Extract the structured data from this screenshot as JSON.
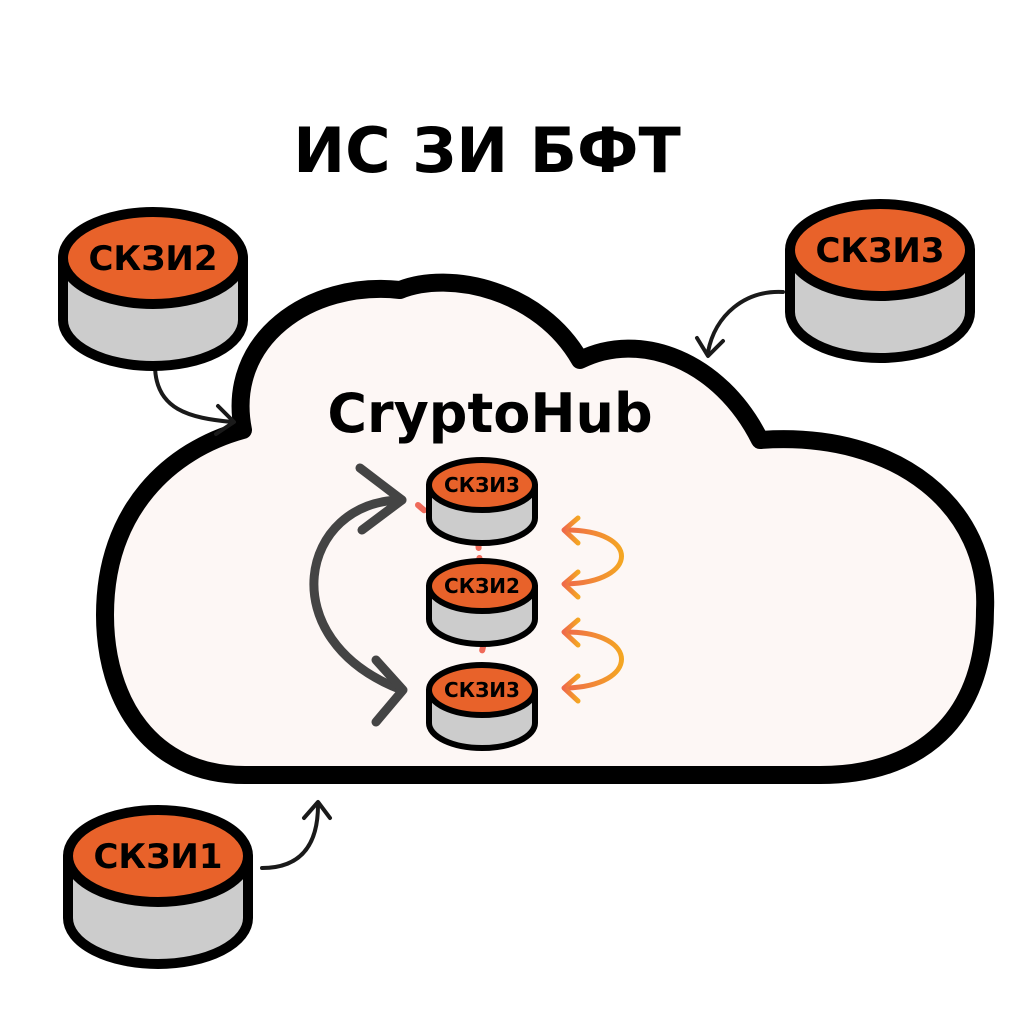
{
  "diagram": {
    "title": "ИС ЗИ БФТ",
    "hub_label": "CryptoHub",
    "colors": {
      "disk_top": "#e8622a",
      "disk_body": "#cccccc",
      "outline": "#000000",
      "cloud_fill": "#fdf7f5",
      "arrow_dark": "#444444",
      "arrow_gradient_start": "#f4a623",
      "arrow_gradient_end": "#ef6a4a",
      "dashed_link": "#ef6a5a"
    },
    "external_nodes": [
      {
        "id": "skzi2",
        "label": "СКЗИ2"
      },
      {
        "id": "skzi3",
        "label": "СКЗИ3"
      },
      {
        "id": "skzi1",
        "label": "СКЗИ1"
      }
    ],
    "internal_nodes": [
      {
        "id": "inner-top",
        "label": "СКЗИ3"
      },
      {
        "id": "inner-middle",
        "label": "СКЗИ2"
      },
      {
        "id": "inner-bottom",
        "label": "СКЗИ3"
      }
    ]
  }
}
